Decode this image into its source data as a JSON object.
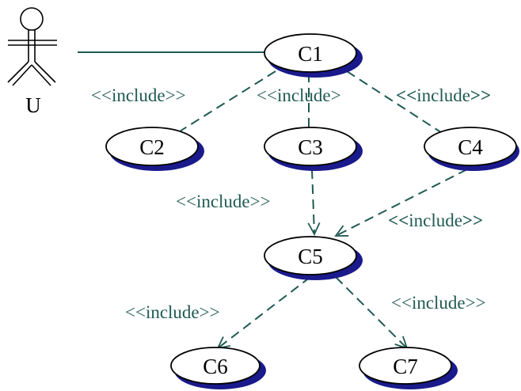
{
  "diagram": {
    "actor": {
      "label": "U"
    },
    "use_cases": {
      "c1": "C1",
      "c2": "C2",
      "c3": "C3",
      "c4": "C4",
      "c5": "C5",
      "c6": "C6",
      "c7": "C7"
    },
    "relations": {
      "c1_c2": "<<include>>",
      "c1_c3": "<<include>",
      "c1_c4_prefix": "<<",
      "c1_c4_text": "include",
      "c1_c4_suffix": ">>",
      "c3_c5": "<<include>>",
      "c4_c5_prefix": "<<",
      "c4_c5_text": "include",
      "c4_c5_suffix": ">>",
      "c5_c6": "<<include>>",
      "c5_c7": "<<include>>"
    },
    "colors": {
      "shadow": "#1a1a8c",
      "arrow": "#1f5a52",
      "outline": "#000000",
      "fill": "#ffffff"
    }
  }
}
